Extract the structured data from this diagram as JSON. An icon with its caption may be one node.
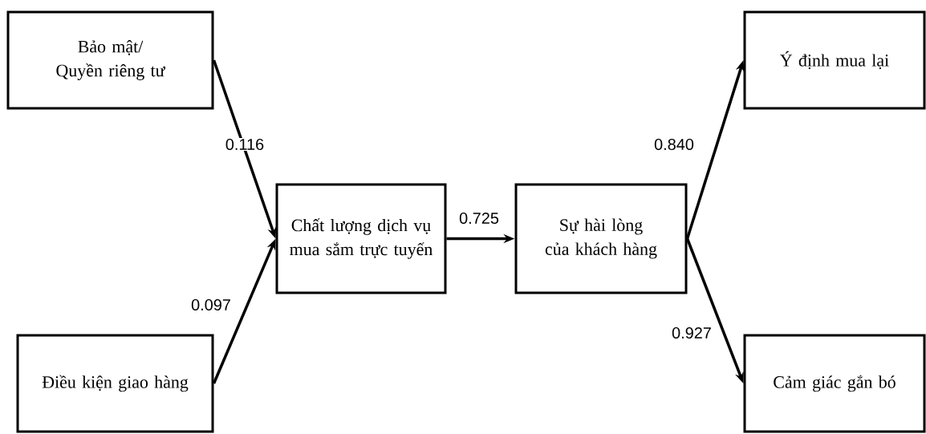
{
  "diagram": {
    "nodes": [
      {
        "text": [
          "Bảo mật/ Quyền riêng tư"
        ]
      },
      {
        "text": [
          "Điều kiện giao hàng"
        ]
      },
      {
        "text": [
          "Chất lượng dịch vụ mua sắm trực tuyến"
        ]
      },
      {
        "text": [
          "Sự hài lòng của khách hàng"
        ]
      },
      {
        "text": [
          "Ý định mua lại"
        ]
      },
      {
        "text": [
          "Cảm giác gắn bó"
        ]
      }
    ],
    "edges": [
      {
        "from": 0,
        "to": 2,
        "arrow": "to",
        "label": "0.116"
      },
      {
        "from": 1,
        "to": 2,
        "arrow": "to",
        "label": "0.097"
      },
      {
        "from": 2,
        "to": 3,
        "arrow": "to",
        "label": "0.725"
      },
      {
        "from": 3,
        "to": 4,
        "arrow": "to",
        "label": "0.840"
      },
      {
        "from": 3,
        "to": 5,
        "arrow": "to",
        "label": "0.927"
      }
    ]
  }
}
